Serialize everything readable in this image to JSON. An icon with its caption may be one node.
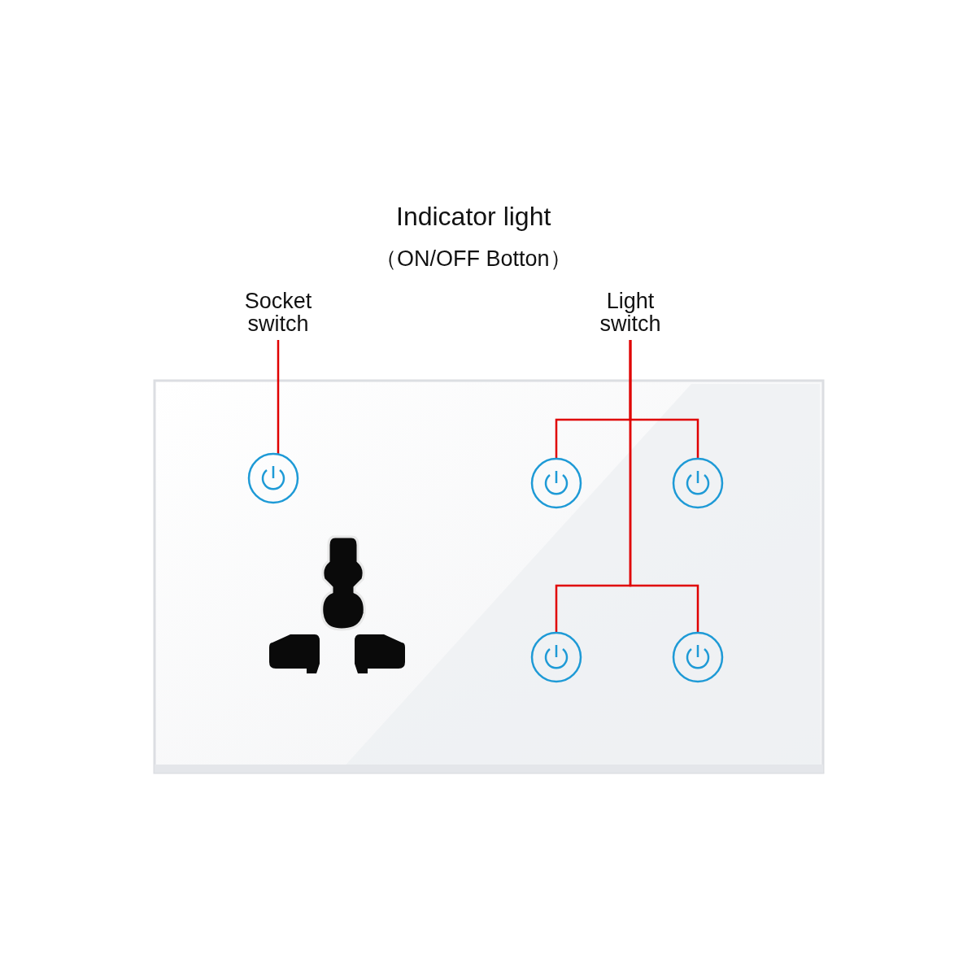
{
  "diagram": {
    "nodes": [
      {
        "text": [
          "Socket switch"
        ]
      },
      {
        "text": [
          "Light switch"
        ]
      },
      {
        "text": [],
        "shape": "circle"
      },
      {
        "text": [],
        "shape": "circle"
      },
      {
        "text": [],
        "shape": "circle"
      },
      {
        "text": [],
        "shape": "circle"
      },
      {
        "text": [],
        "shape": "circle"
      }
    ],
    "edges": [
      {
        "from": 0,
        "to": 2,
        "arrow": "none"
      },
      {
        "from": 1,
        "to": 3,
        "arrow": "none"
      },
      {
        "from": 1,
        "to": 4,
        "arrow": "none"
      },
      {
        "from": 1,
        "to": 5,
        "arrow": "none"
      },
      {
        "from": 1,
        "to": 6,
        "arrow": "none"
      }
    ],
    "labels": [
      "Indicator light",
      "（ON/OFF Botton）"
    ]
  }
}
